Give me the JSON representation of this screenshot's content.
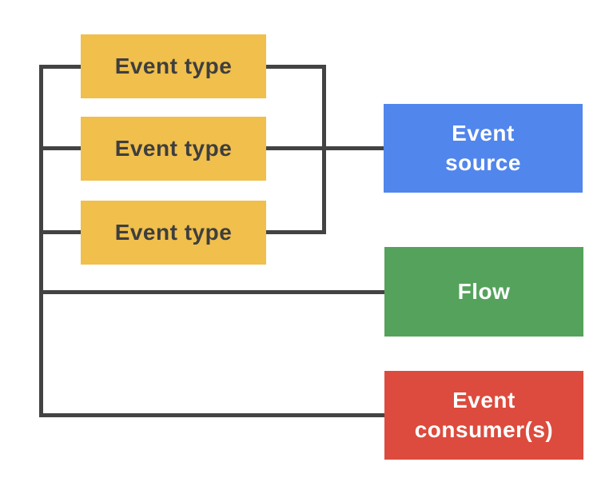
{
  "colors": {
    "background": "#FFFFFF",
    "connector": "#434343",
    "event_type_fill": "#F0BF4C",
    "event_type_text": "#3E3E3E",
    "event_source_fill": "#5186EC",
    "flow_fill": "#55A25C",
    "event_consumers_fill": "#DC4B3D",
    "light_text": "#FFFFFF"
  },
  "nodes": {
    "event_type_1": {
      "label": "Event type"
    },
    "event_type_2": {
      "label": "Event type"
    },
    "event_type_3": {
      "label": "Event type"
    },
    "event_source": {
      "label": "Event\nsource"
    },
    "flow": {
      "label": "Flow"
    },
    "event_consumers": {
      "label": "Event\nconsumer(s)"
    }
  }
}
